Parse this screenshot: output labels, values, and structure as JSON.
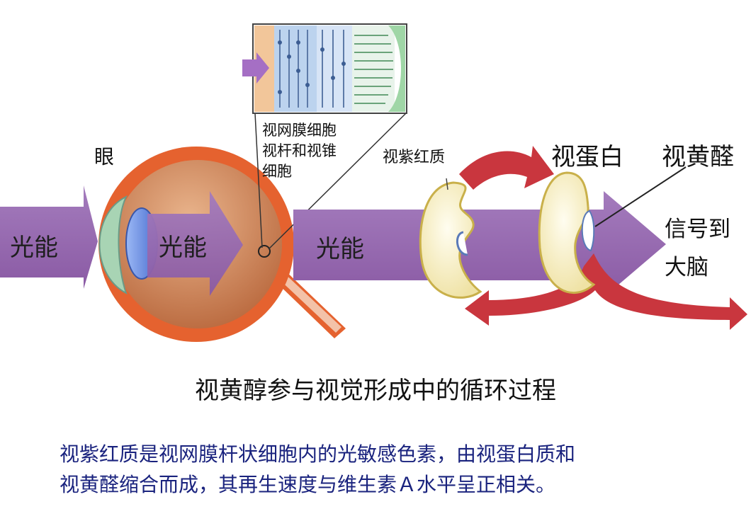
{
  "labels": {
    "light_energy_1": "光能",
    "light_energy_2": "光能",
    "light_energy_3": "光能",
    "eye": "眼",
    "retina_cells_line1": "视网膜细胞",
    "retina_cells_line2": "视杆和视锥",
    "retina_cells_line3": "细胞",
    "rhodopsin": "视紫红质",
    "opsin": "视蛋白",
    "retinal": "视黄醛",
    "signal_line1": "信号到",
    "signal_line2": "大脑"
  },
  "caption": "视黄醇参与视觉形成中的循环过程",
  "description": {
    "line1": "视紫红质是视网膜杆状细胞内的光敏感色素，由视蛋白质和",
    "line2": "视黄醛缩合而成，其再生速度与维生素Ａ水平呈正相关。"
  },
  "colors": {
    "arrow_fill": "#9b6cb0",
    "eye_orange": "#e5622f",
    "eye_inner": "#c9855e",
    "lens_blue": "#6f8fe0",
    "cornea_green": "#a8d4b4",
    "protein_cream": "#f7f0c4",
    "red_arrow": "#c9363e",
    "desc_text": "#1a237e"
  }
}
